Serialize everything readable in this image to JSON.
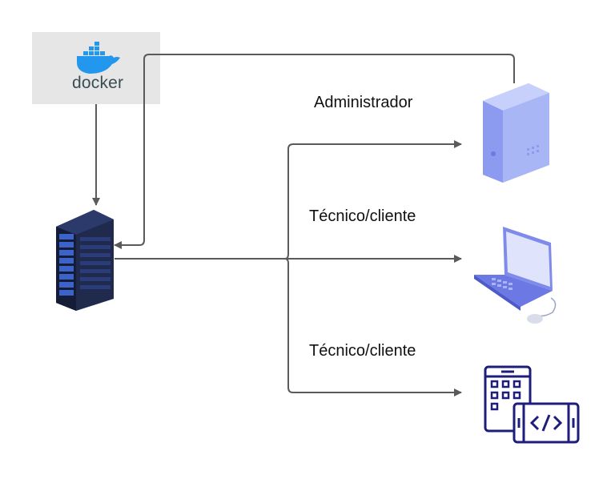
{
  "docker": {
    "wordmark": "docker"
  },
  "labels": {
    "admin": "Administrador",
    "client1": "Técnico/cliente",
    "client2": "Técnico/cliente"
  },
  "colors": {
    "arrow": "#5a5a5a",
    "docker_box": "#e6e6e6",
    "docker_blue": "#2396ed",
    "server_dark": "#1f2a4d",
    "server_light": "#3c63c9",
    "pc_tower": "#a9b6f5",
    "laptop": "#7f8bea",
    "device_outline": "#1e1e7a"
  },
  "icons": [
    "docker-logo-icon",
    "server-rack-icon",
    "desktop-tower-icon",
    "laptop-icon",
    "mobile-tablet-code-icon"
  ]
}
